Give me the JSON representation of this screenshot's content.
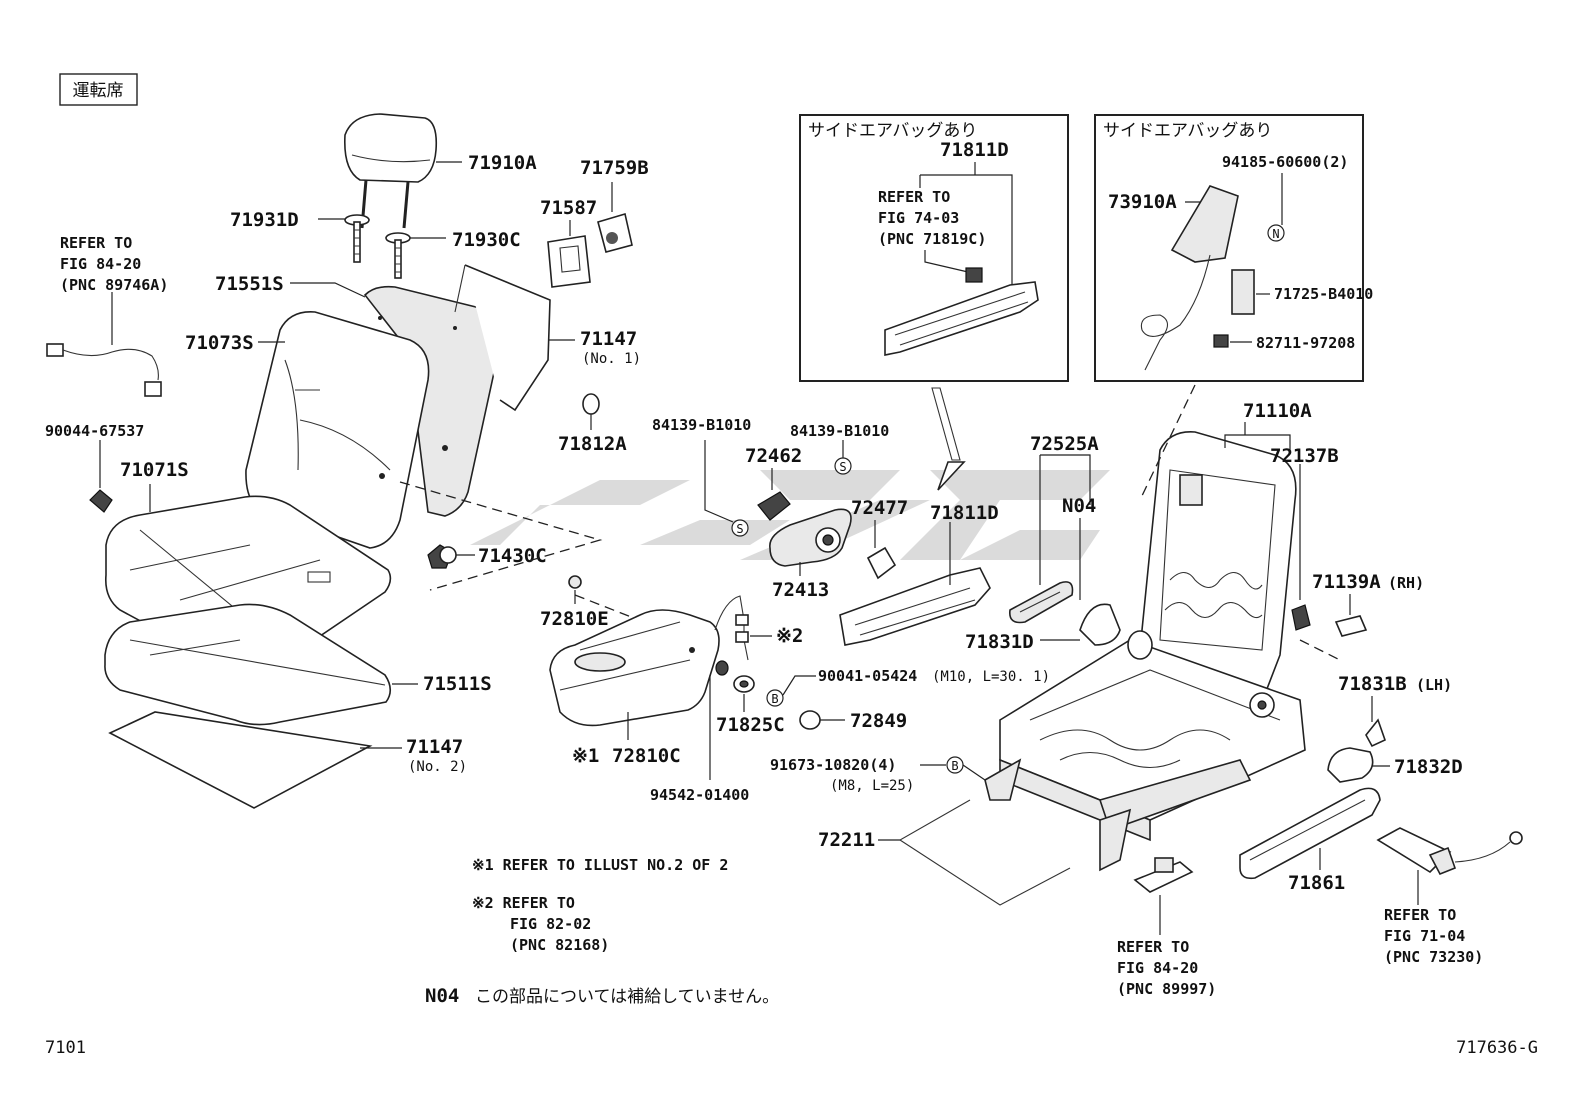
{
  "corner_tag": "運転席",
  "footer": {
    "left": "7101",
    "right": "717636-G"
  },
  "insets": [
    {
      "title": "サイドエアバッグあり",
      "part": "71811D",
      "ref_lines": [
        "REFER TO",
        "FIG 74-03",
        "(PNC 71819C)"
      ]
    },
    {
      "title": "サイドエアバッグあり",
      "parts": [
        "73910A",
        "94185-60600(2)",
        "71725-B4010",
        "82711-97208"
      ]
    }
  ],
  "labels": {
    "p71910A": "71910A",
    "p71759B": "71759B",
    "p71931D": "71931D",
    "p71587": "71587",
    "p71930C": "71930C",
    "p71551S": "71551S",
    "p71147a": "71147",
    "p71147a_sub": "(No. 1)",
    "p71073S": "71073S",
    "p71812A": "71812A",
    "p90044": "90044-67537",
    "p71071S": "71071S",
    "p71430C": "71430C",
    "p72810E": "72810E",
    "p71511S": "71511S",
    "p71147b": "71147",
    "p71147b_sub": "(No. 2)",
    "p84139a": "84139-B1010",
    "p84139b": "84139-B1010",
    "p72462": "72462",
    "p72477": "72477",
    "p72413": "72413",
    "p71811D_main": "71811D",
    "p72525A": "72525A",
    "pN04": "N04",
    "p71110A": "71110A",
    "p72137B": "72137B",
    "p71139A": "71139A",
    "p71139A_sub": "(RH)",
    "p71831D": "71831D",
    "p90041": "90041-05424",
    "p90041_sub": "(M10, L=30. 1)",
    "p72849": "72849",
    "p71825C": "71825C",
    "p72810C": "72810C",
    "p72810C_mark": "※1",
    "p94542": "94542-01400",
    "p91673": "91673-10820(4)",
    "p91673_sub": "(M8, L=25)",
    "p71831B": "71831B",
    "p71831B_sub": "(LH)",
    "p71832D": "71832D",
    "p72211": "72211",
    "p71861": "71861",
    "mark_x2": "※2",
    "marker_S": "S",
    "marker_B": "B",
    "marker_N": "N"
  },
  "refer_blocks": {
    "wire_left": [
      "REFER TO",
      "FIG 84-20",
      "(PNC 89746A)"
    ],
    "bottom_mid": [
      "REFER TO",
      "FIG 84-20",
      "(PNC 89997)"
    ],
    "bottom_right": [
      "REFER TO",
      "FIG 71-04",
      "(PNC 73230)"
    ]
  },
  "notes": {
    "n1": "※1 REFER TO ILLUST NO.2 OF 2",
    "n2": [
      "※2 REFER TO",
      "FIG 82-02",
      "(PNC 82168)"
    ],
    "n04_code": "N04",
    "n04_text": "この部品については補給していません。"
  }
}
